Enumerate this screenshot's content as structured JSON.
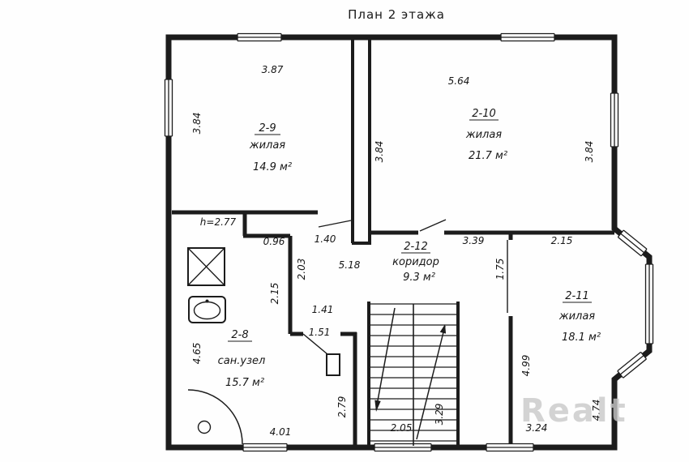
{
  "title": "План 2 этажа",
  "watermark": "Realt",
  "ceiling_height": "h=2.77",
  "rooms": {
    "r29": {
      "number": "2-9",
      "type": "жилая",
      "area": "14.9 м²"
    },
    "r210": {
      "number": "2-10",
      "type": "жилая",
      "area": "21.7 м²"
    },
    "r212": {
      "number": "2-12",
      "type": "коридор",
      "area": "9.3 м²"
    },
    "r211": {
      "number": "2-11",
      "type": "жилая",
      "area": "18.1 м²"
    },
    "r28": {
      "number": "2-8",
      "type": "сан.узел",
      "area": "15.7 м²"
    }
  },
  "dimensions": {
    "w_room29_top": "3.87",
    "w_room210_top": "5.64",
    "d_room29_left": "3.84",
    "d_room210_mid": "3.84",
    "d_room210_right": "3.84",
    "niche_width": "0.96",
    "passage_top": "1.40",
    "corridor_right_a": "3.39",
    "corridor_right_b": "2.15",
    "corridor_length": "5.18",
    "passage_depth": "2.03",
    "bath_upper_depth": "2.15",
    "room211_opening": "1.75",
    "passage_mid": "1.41",
    "passage_bottom": "1.51",
    "bath_left": "4.65",
    "room211_west": "4.99",
    "bath_right": "2.79",
    "bath_bottom": "4.01",
    "stairs_bottom": "2.05",
    "stairs_side": "3.29",
    "room211_bottom": "3.24",
    "room211_bay_side": "4.74"
  }
}
